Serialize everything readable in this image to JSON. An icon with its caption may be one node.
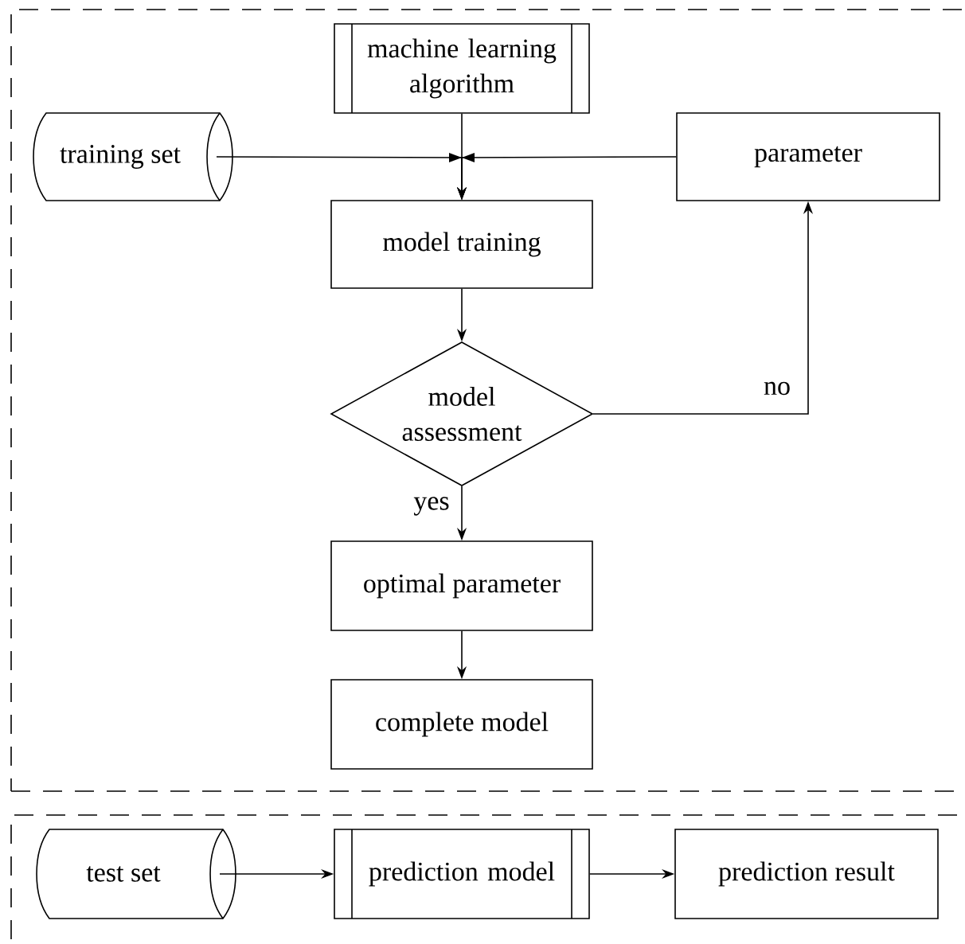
{
  "diagram": {
    "nodes": [
      {
        "text": [],
        "shape": "box"
      },
      {
        "text": [
          "machine learning algorithm"
        ],
        "in": 0
      },
      {
        "text": [
          "training set"
        ],
        "in": 0
      },
      {
        "text": [
          "parameter"
        ],
        "in": 0
      },
      {
        "text": [
          "model training"
        ],
        "in": 0
      },
      {
        "text": [
          "model assessment"
        ],
        "in": 0
      },
      {
        "text": [
          "optimal parameter"
        ],
        "in": 0
      },
      {
        "text": [
          "complete model"
        ],
        "in": 0
      },
      {
        "text": [],
        "shape": "box"
      },
      {
        "text": [
          "test set"
        ],
        "in": 8
      },
      {
        "text": [
          "prediction model"
        ],
        "in": 8
      },
      {
        "text": [
          "prediction result"
        ],
        "in": 8
      }
    ],
    "edges": [
      {
        "from": 1,
        "to": 4,
        "arrow": "to"
      },
      {
        "from": 2,
        "to": 4,
        "arrow": "to"
      },
      {
        "from": 3,
        "to": 4,
        "arrow": "to"
      },
      {
        "from": 4,
        "to": 5,
        "arrow": "to"
      },
      {
        "from": 5,
        "to": 3,
        "arrow": "to",
        "label": "no"
      },
      {
        "from": 5,
        "to": 6,
        "arrow": "to",
        "label": "yes"
      },
      {
        "from": 6,
        "to": 7,
        "arrow": "to"
      },
      {
        "from": 9,
        "to": 10,
        "arrow": "to"
      },
      {
        "from": 10,
        "to": 11,
        "arrow": "to"
      }
    ]
  }
}
